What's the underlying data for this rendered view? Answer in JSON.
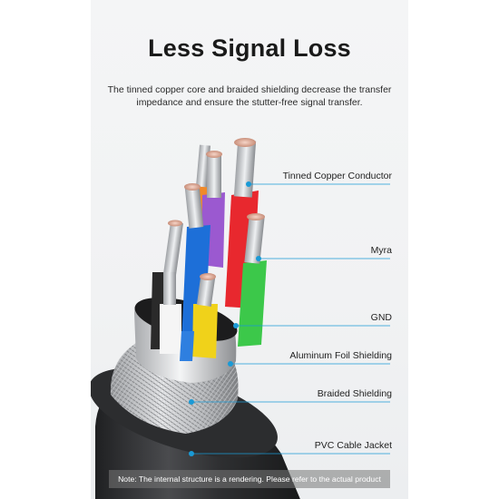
{
  "title": "Less Signal Loss",
  "subtitle": "The tinned copper core and braided shielding decrease the transfer impedance and ensure the stutter-free signal transfer.",
  "callouts": [
    {
      "label": "Tinned Copper Conductor"
    },
    {
      "label": "Myra"
    },
    {
      "label": "GND"
    },
    {
      "label": "Aluminum Foil Shielding"
    },
    {
      "label": "Braided Shielding"
    },
    {
      "label": "PVC Cable Jacket"
    }
  ],
  "note": "Note: The internal structure is a rendering. Please refer to the actual product",
  "colors": {
    "accent": "#1a9ad6",
    "panel": "#f2f3f4",
    "wire_orange": "#f08a2a",
    "wire_purple": "#9b59d0",
    "wire_red": "#e8282e",
    "wire_green": "#3cc84a",
    "wire_blue": "#1d6fd8",
    "wire_yellow": "#f0d21a",
    "wire_white": "#f5f5f5",
    "wire_black": "#2a2a2a",
    "jacket": "#3a3b3d"
  },
  "icons": {
    "callout_dot": "blue-dot-icon"
  }
}
